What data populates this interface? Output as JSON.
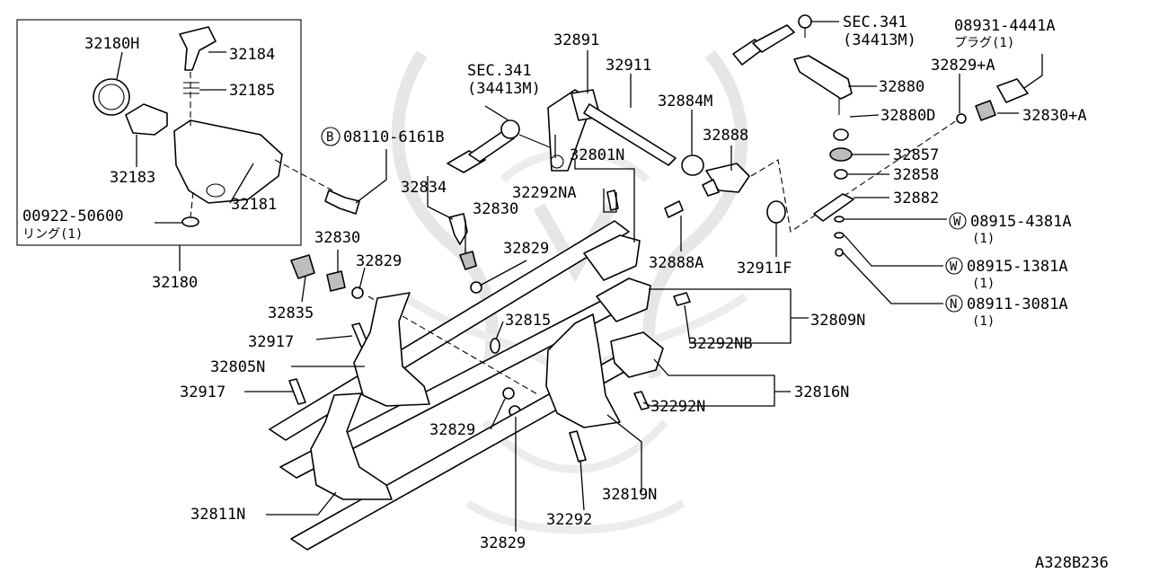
{
  "labels": {
    "p32180h": "32180H",
    "p32184": "32184",
    "p32185": "32185",
    "p32183": "32183",
    "p32181": "32181",
    "p00922": "00922-50600",
    "ring_note": "リング(1)",
    "p32180": "32180",
    "marker_b": "B",
    "p08110": "08110-6161B",
    "sec341": "SEC.341",
    "sub34413m": "(34413M)",
    "p32891": "32891",
    "p32911": "32911",
    "p32884m": "32884M",
    "p32888": "32888",
    "p32801n": "32801N",
    "p32834": "32834",
    "p32292na": "32292NA",
    "p32830": "32830",
    "p32829": "32829",
    "p32888a": "32888A",
    "p32911f": "32911F",
    "p32835": "32835",
    "p32815": "32815",
    "p32809n": "32809N",
    "p32917": "32917",
    "p32292nb": "32292NB",
    "p32805n": "32805N",
    "p32816n": "32816N",
    "p32292n": "32292N",
    "p32819n": "32819N",
    "p32811n": "32811N",
    "p32292": "32292",
    "p08931": "08931-4441A",
    "plug_note": "プラグ(1)",
    "p32829a": "32829+A",
    "p32880": "32880",
    "p32880d": "32880D",
    "p32830a": "32830+A",
    "p32857": "32857",
    "p32858": "32858",
    "p32882": "32882",
    "marker_w": "W",
    "marker_n": "N",
    "p08915_4381a": "08915-4381A",
    "p08915_1381a": "08915-1381A",
    "p08911": "08911-3081A",
    "qty_one": "(1)",
    "diagram_code": "A328B236"
  }
}
